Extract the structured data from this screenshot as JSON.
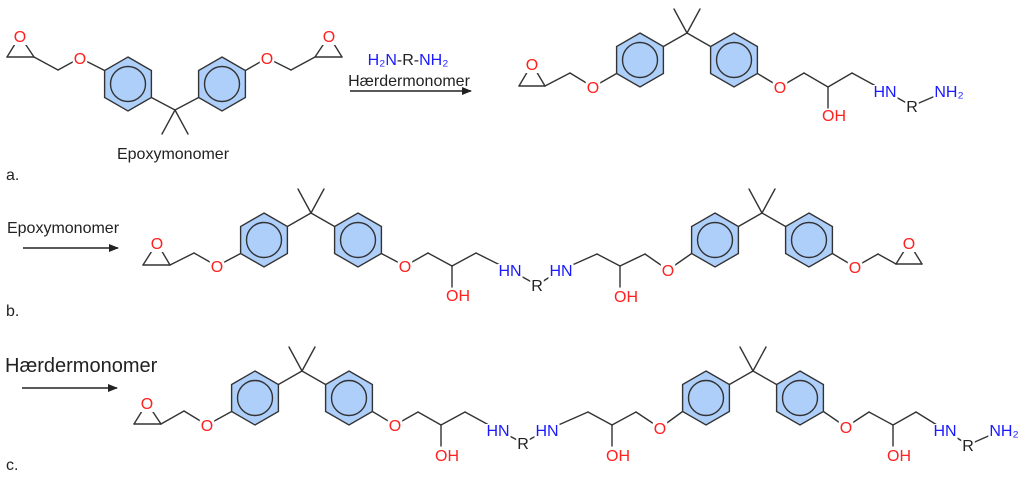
{
  "colors": {
    "oxygen": "#ff2020",
    "nitrogen": "#1a1aff",
    "carbon_bond": "#333333",
    "ring_fill": "#aecffa",
    "text": "#222222"
  },
  "atom_labels": {
    "O": "O",
    "OH": "OH",
    "HN": "HN",
    "R": "R",
    "NH2": "NH₂"
  },
  "step_a": {
    "label": "a.",
    "reactant_name": "Epoxymonomer",
    "reagent": {
      "part1": "H₂N",
      "part2": "-R-",
      "part3": "NH₂"
    },
    "arrow_label": "Hærdermonomer"
  },
  "step_b": {
    "label": "b.",
    "arrow_label": "Epoxymonomer"
  },
  "step_c": {
    "label": "c.",
    "arrow_label": "Hærdermonomer"
  }
}
